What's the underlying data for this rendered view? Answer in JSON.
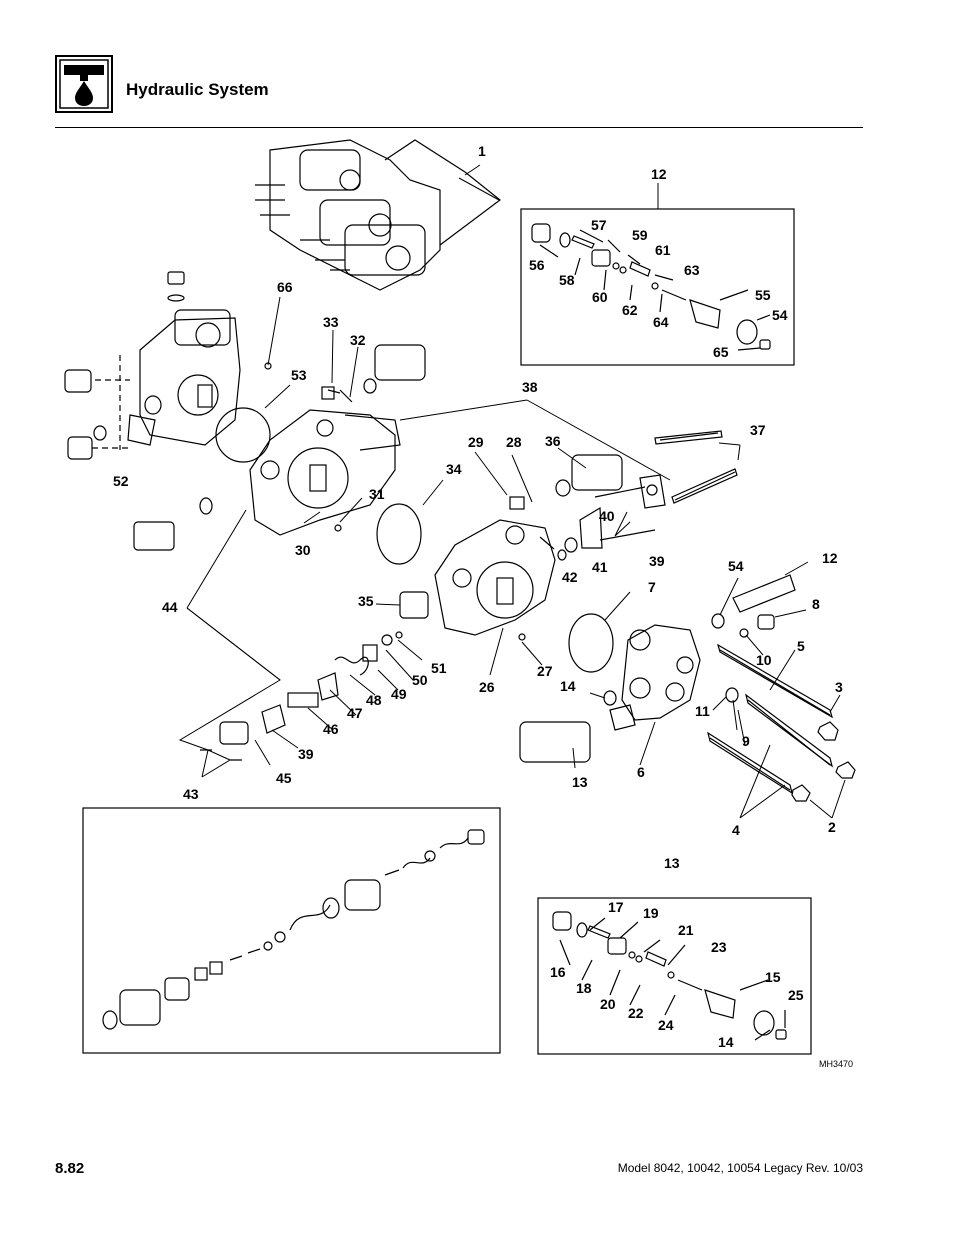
{
  "header": {
    "title": "Hydraulic System",
    "icon": "hydraulic-system-icon"
  },
  "figure": {
    "figure_id": "MH3470",
    "callouts": [
      "1",
      "2",
      "3",
      "4",
      "5",
      "6",
      "7",
      "8",
      "9",
      "10",
      "11",
      "12",
      "13",
      "14",
      "15",
      "16",
      "17",
      "18",
      "19",
      "20",
      "21",
      "22",
      "23",
      "24",
      "25",
      "26",
      "27",
      "28",
      "29",
      "30",
      "31",
      "32",
      "33",
      "34",
      "35",
      "36",
      "37",
      "38",
      "39",
      "40",
      "41",
      "42",
      "43",
      "44",
      "45",
      "46",
      "47",
      "48",
      "49",
      "50",
      "51",
      "52",
      "53",
      "54",
      "55",
      "56",
      "57",
      "58",
      "59",
      "60",
      "61",
      "62",
      "63",
      "64",
      "65",
      "66"
    ]
  },
  "footer": {
    "page_number": "8.82",
    "model_info": "Model  8042, 10042, 10054 Legacy    Rev.  10/03"
  }
}
